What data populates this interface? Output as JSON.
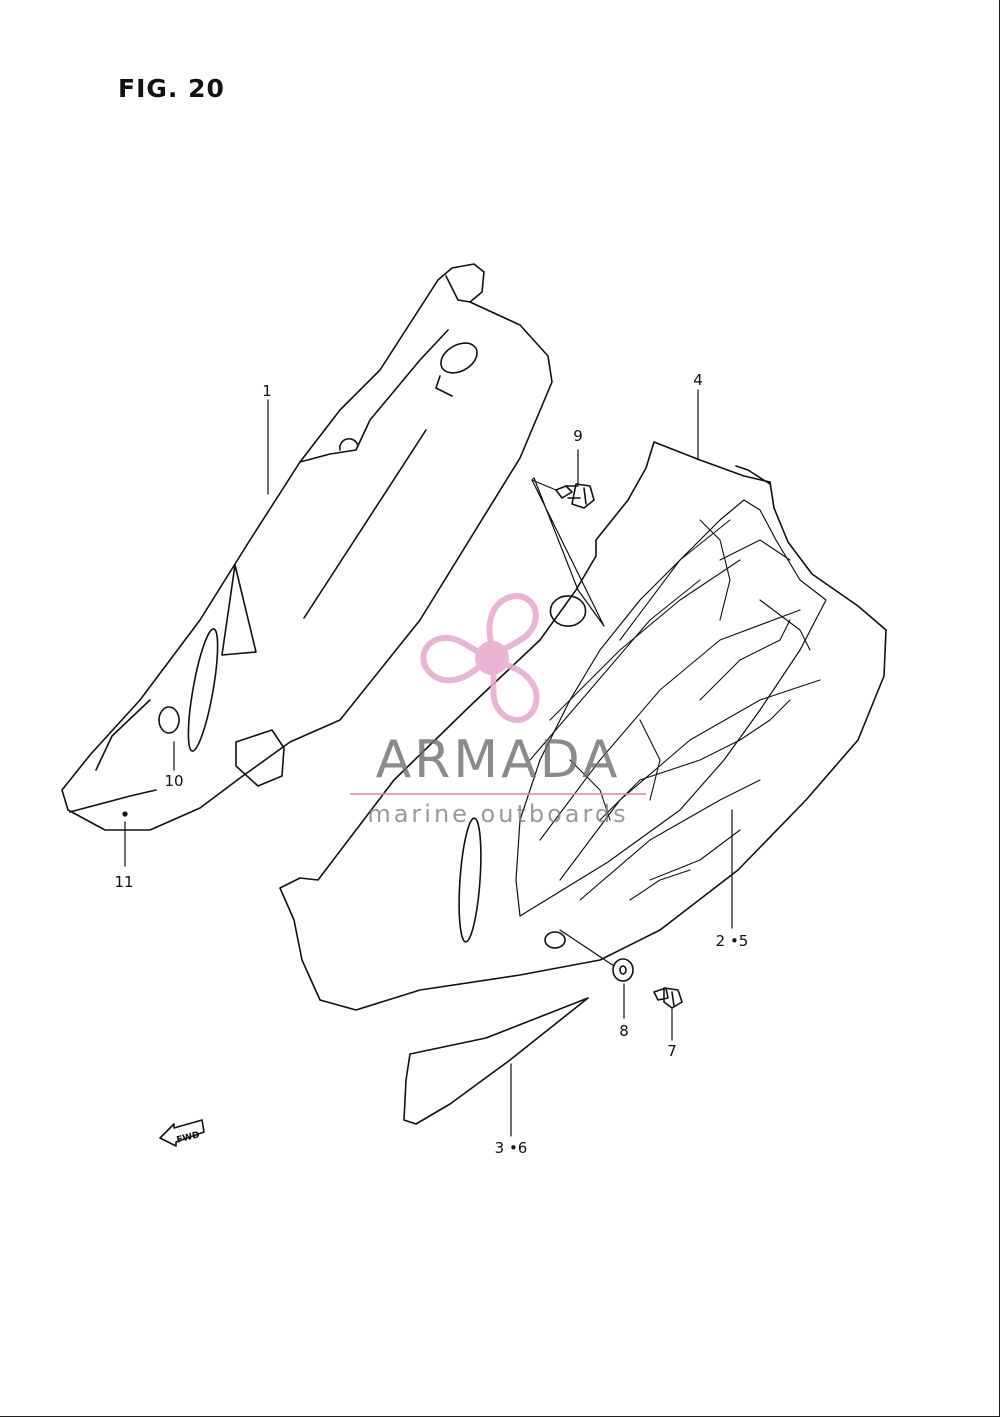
{
  "figure": {
    "title": "FIG. 20"
  },
  "part_labels": [
    {
      "id": "1",
      "text": "1"
    },
    {
      "id": "4",
      "text": "4"
    },
    {
      "id": "9",
      "text": "9"
    },
    {
      "id": "10",
      "text": "10"
    },
    {
      "id": "11",
      "text": "11"
    },
    {
      "id": "2-5",
      "text": "2 •5"
    },
    {
      "id": "8",
      "text": "8"
    },
    {
      "id": "7",
      "text": "7"
    },
    {
      "id": "3-6",
      "text": "3 •6"
    }
  ],
  "direction_marker": {
    "text": "FWD",
    "icon": "fwd-arrow-icon"
  },
  "watermark": {
    "name": "ARMADA",
    "tagline": "marine outboards",
    "icon": "propeller-icon",
    "accent_color": "#e8a6cd",
    "text_color": "#6e6e6e"
  }
}
